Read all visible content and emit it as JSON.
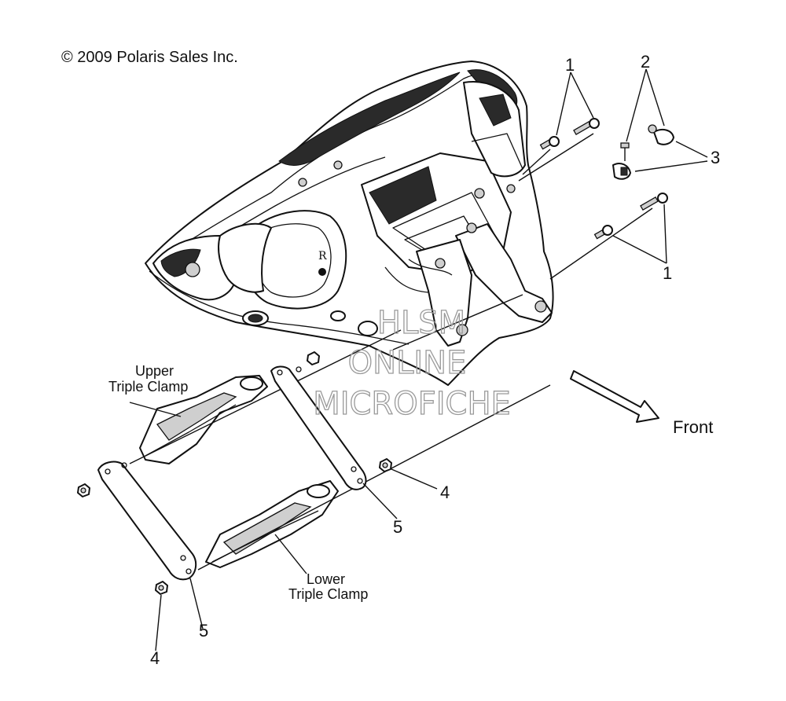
{
  "copyright": "© 2009 Polaris Sales Inc.",
  "watermark": [
    "HLSM",
    "ONLINE",
    "MICROFICHE"
  ],
  "direction_label": "Front",
  "callouts": {
    "c1a": "1",
    "c1b": "1",
    "c2": "2",
    "c3": "3",
    "c4a": "4",
    "c4b": "4",
    "c5a": "5",
    "c5b": "5"
  },
  "part_labels": {
    "upper_line1": "Upper",
    "upper_line2": "Triple Clamp",
    "lower_line1": "Lower",
    "lower_line2": "Triple Clamp"
  }
}
